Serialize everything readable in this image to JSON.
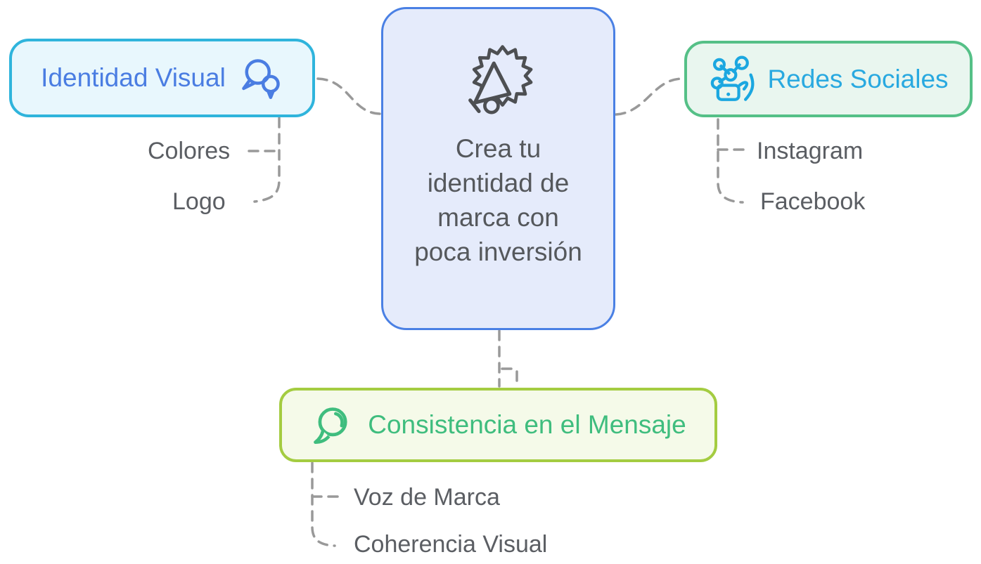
{
  "diagram": {
    "background": "#ffffff",
    "connector_color": "#999999",
    "child_text_color": "#5b5e63"
  },
  "center": {
    "text": "Crea tu identidad de marca con poca inversión",
    "icon": "megaphone-burst-icon",
    "fill": "#e5ebfb",
    "border_color": "#4a80e4",
    "text_color": "#55585c",
    "icon_color": "#4d4f52"
  },
  "nodes": {
    "identidad_visual": {
      "label": "Identidad Visual",
      "icon": "chat-bubbles-icon",
      "fill": "#e8f7fd",
      "border_color": "#2fb4dc",
      "text_color": "#4a7de2",
      "children": [
        "Colores",
        "Logo"
      ]
    },
    "redes_sociales": {
      "label": "Redes Sociales",
      "icon": "social-network-phone-icon",
      "fill": "#e9f6ef",
      "border_color": "#55c087",
      "text_color": "#29a9e0",
      "icon_color": "#1ba7e0",
      "children": [
        "Instagram",
        "Facebook"
      ]
    },
    "consistencia_mensaje": {
      "label": "Consistencia en el Mensaje",
      "icon": "speech-bubble-icon",
      "fill": "#f5fae9",
      "border_color": "#a4cc41",
      "text_color": "#3fbd7e",
      "children": [
        "Voz de Marca",
        "Coherencia Visual"
      ]
    }
  }
}
